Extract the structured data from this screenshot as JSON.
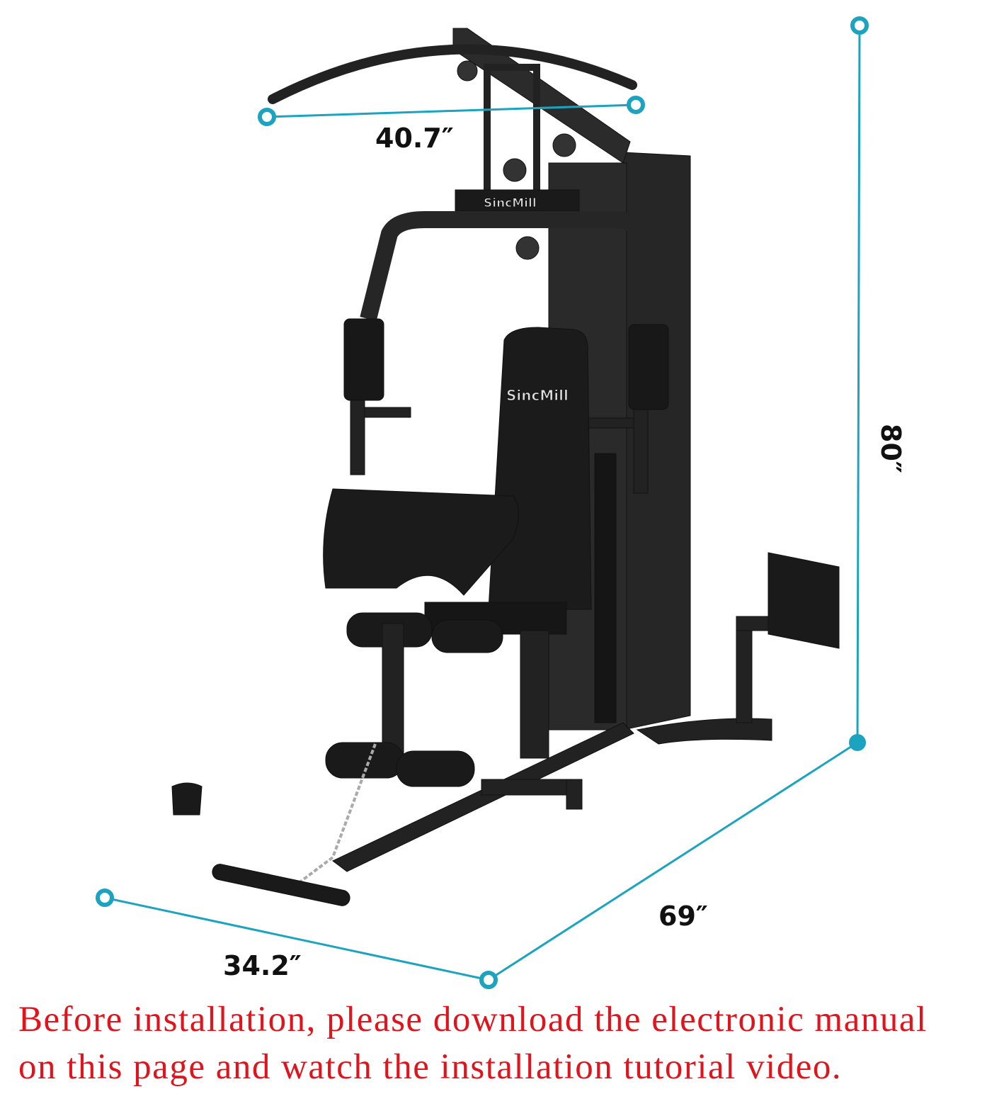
{
  "product": {
    "brand_logo": "SincMill",
    "dimensions": {
      "bar_width": "40.7″",
      "height": "80″",
      "length": "69″",
      "width": "34.2″"
    }
  },
  "notice": {
    "line1": "Before installation, please download the electronic manual",
    "line2": "on this page and watch the installation tutorial video."
  },
  "colors": {
    "dimension_line": "#1ba3bf",
    "notice_text": "#e0141c",
    "machine": "#1e1e1e"
  }
}
